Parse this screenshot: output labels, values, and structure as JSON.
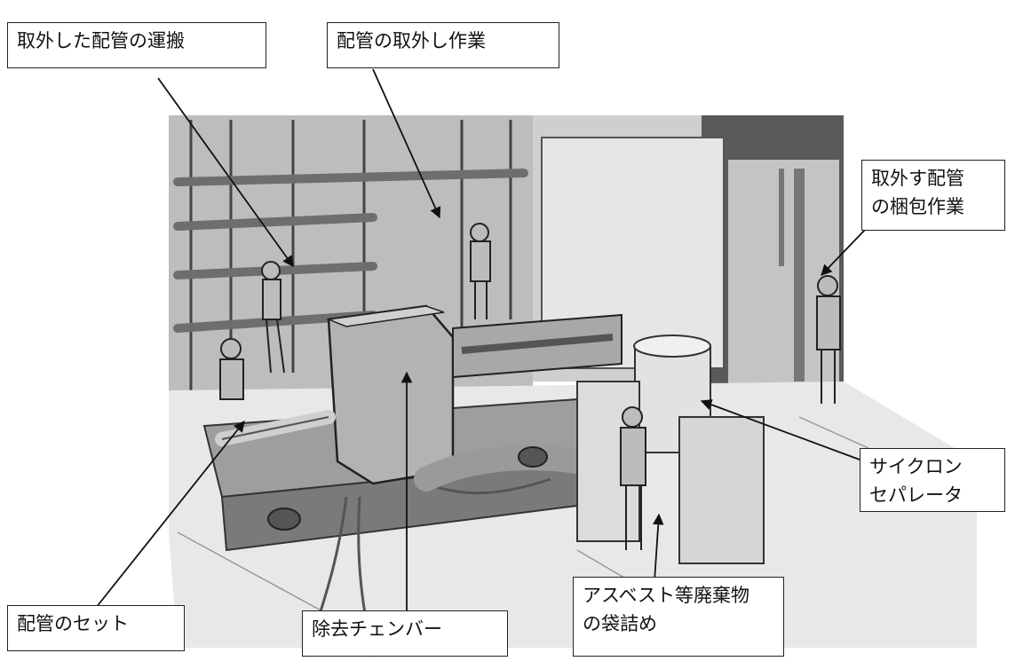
{
  "labels": {
    "transport": "取外した配管の運搬",
    "removal": "配管の取外し作業",
    "packing_line1": "取外す配管",
    "packing_line2": "の梱包作業",
    "cyclone_line1": "サイクロン",
    "cyclone_line2": "セパレータ",
    "pipe_set": "配管のセット",
    "chamber": "除去チェンバー",
    "bagging_line1": "アスベスト等廃棄物",
    "bagging_line2": "の袋詰め"
  },
  "colors": {
    "ink": "#222222",
    "shade": "#8c8c8c",
    "light": "#d9d9d9",
    "paper": "#ffffff"
  }
}
